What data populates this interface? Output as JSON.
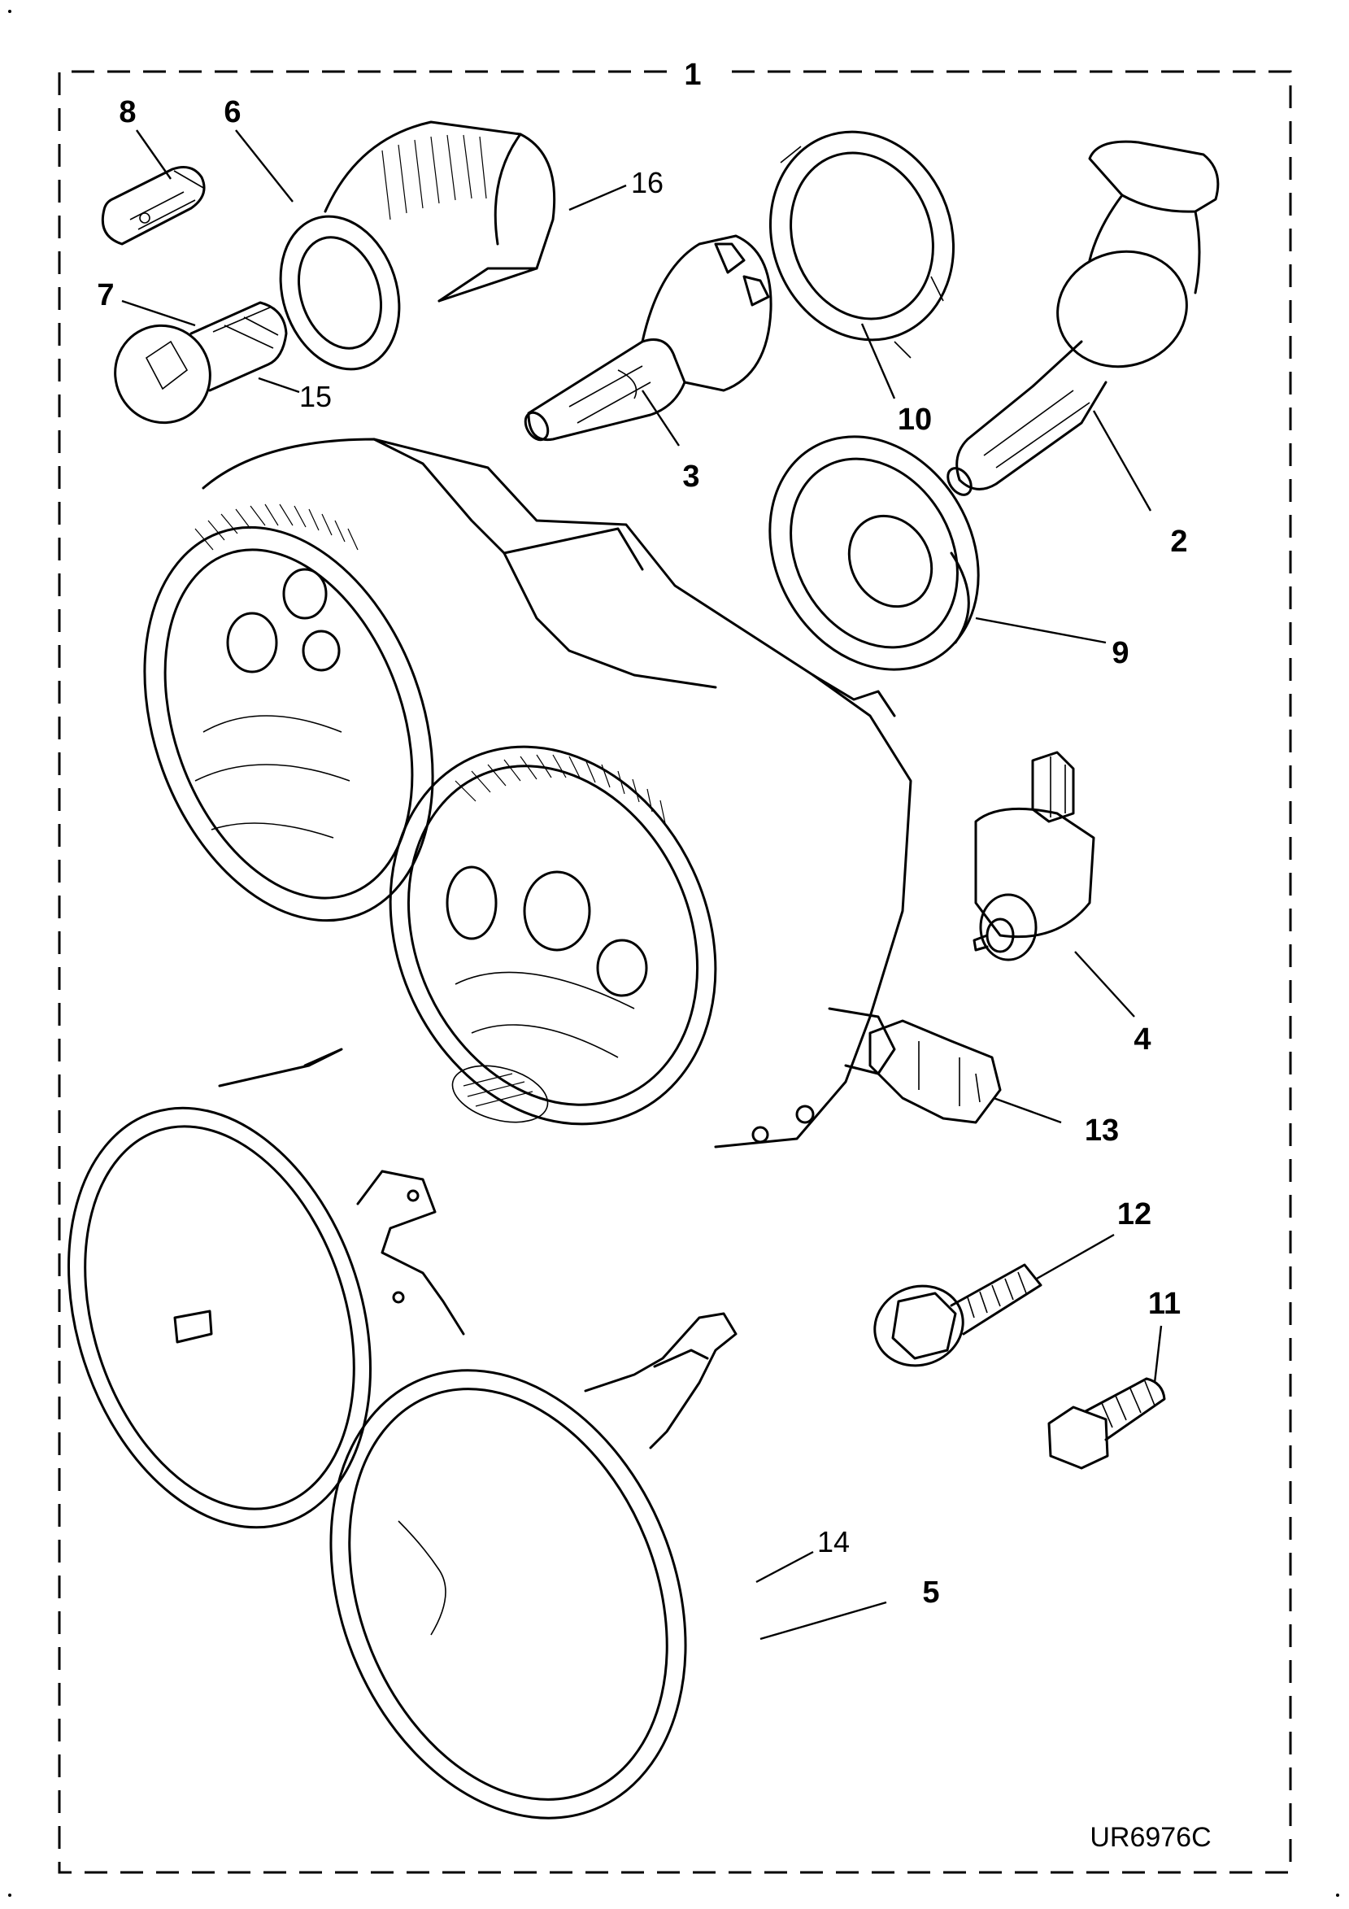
{
  "diagram": {
    "assembly_label": "1",
    "drawing_code": "UR6976C",
    "callouts": [
      {
        "id": "1",
        "style": "bold"
      },
      {
        "id": "2",
        "style": "bold"
      },
      {
        "id": "3",
        "style": "bold"
      },
      {
        "id": "4",
        "style": "bold"
      },
      {
        "id": "5",
        "style": "bold"
      },
      {
        "id": "6",
        "style": "bold"
      },
      {
        "id": "7",
        "style": "bold"
      },
      {
        "id": "8",
        "style": "bold"
      },
      {
        "id": "9",
        "style": "bold"
      },
      {
        "id": "10",
        "style": "bold"
      },
      {
        "id": "11",
        "style": "bold"
      },
      {
        "id": "12",
        "style": "bold"
      },
      {
        "id": "13",
        "style": "bold"
      },
      {
        "id": "14",
        "style": "light"
      },
      {
        "id": "15",
        "style": "light"
      },
      {
        "id": "16",
        "style": "light"
      }
    ]
  }
}
